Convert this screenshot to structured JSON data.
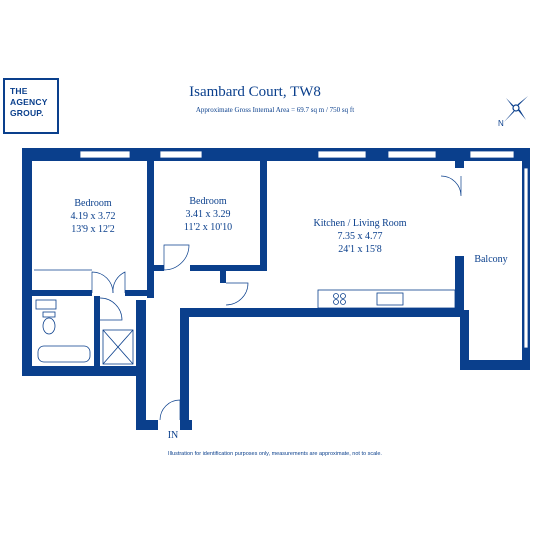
{
  "logo": {
    "line1": "THE",
    "line2": "AGENCY",
    "line3": "GROUP."
  },
  "header": {
    "title": "Isambard Court, TW8",
    "subtitle": "Approximate Gross Internal Area = 69.7 sq m / 750 sq ft"
  },
  "compass": {
    "label": "N"
  },
  "rooms": {
    "bedroom1": {
      "name": "Bedroom",
      "metric": "4.19 x 3.72",
      "imperial": "13'9 x 12'2"
    },
    "bedroom2": {
      "name": "Bedroom",
      "metric": "3.41 x 3.29",
      "imperial": "11'2 x 10'10"
    },
    "kitchen": {
      "name": "Kitchen / Living Room",
      "metric": "7.35 x 4.77",
      "imperial": "24'1 x 15'8"
    },
    "balcony": {
      "name": "Balcony"
    },
    "entrance": {
      "name": "IN"
    }
  },
  "footer": {
    "note": "Illustration for identification purposes only, measurements are approximate, not to scale."
  },
  "colors": {
    "wall": "#0a3f8c",
    "window": "#ffffff"
  }
}
